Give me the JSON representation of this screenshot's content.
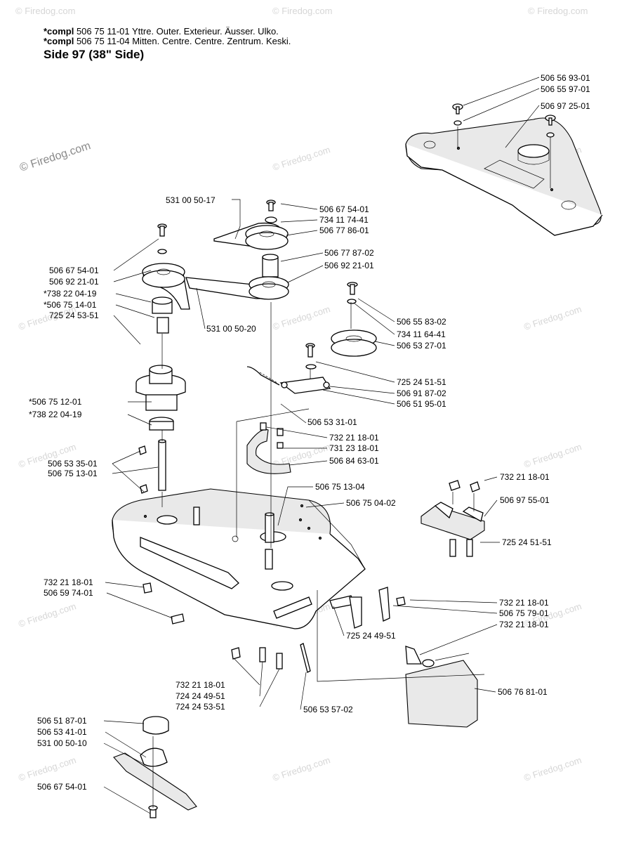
{
  "header": {
    "line1_prefix": "*compl",
    "line1_rest": " 506 75 11-01  Yttre. Outer. Exterieur. Äusser. Ulko.",
    "line2_prefix": "*compl",
    "line2_rest": " 506 75 11-04  Mitten. Centre. Centre. Zentrum. Keski.",
    "title": "Side 97 (38\" Side)"
  },
  "watermark": {
    "text": "© Firedog.com"
  },
  "parts": {
    "p_top_506569301": "506 56 93-01",
    "p_top_506559701": "506 55 97-01",
    "p_top_506972501": "506 97 25-01",
    "p_531005017": "531 00 50-17",
    "p_506675401_a": "506 67 54-01",
    "p_734117441": "734 11 74-41",
    "p_506778601": "506 77 86-01",
    "p_506778702": "506 77 87-02",
    "p_506922101_a": "506 92 21-01",
    "p_506675401_b": "506 67 54-01",
    "p_506922101_b": "506 92 21-01",
    "p_738220419_a": "*738 22 04-19",
    "p_506751401": "*506 75 14-01",
    "p_725245351": "725 24 53-51",
    "p_531005020": "531 00 50-20",
    "p_506558302": "506 55 83-02",
    "p_734116441": "734 11 64-41",
    "p_506532701": "506 53 27-01",
    "p_725245151_a": "725 24 51-51",
    "p_506918702": "506 91 87-02",
    "p_506519501": "506 51 95-01",
    "p_506751201": "*506 75 12-01",
    "p_738220419_b": "*738 22 04-19",
    "p_506533101": "506 53 31-01",
    "p_732211801_a": "732 21 18-01",
    "p_731231801": "731 23 18-01",
    "p_506846301": "506 84 63-01",
    "p_506533501": "506 53 35-01",
    "p_506751301": "506 75 13-01",
    "p_506751304": "506 75 13-04",
    "p_506750402": "506 75 04-02",
    "p_732211801_b": "732 21 18-01",
    "p_506975501": "506 97 55-01",
    "p_725245151_b": "725 24 51-51",
    "p_732211801_c": "732 21 18-01",
    "p_506597401": "506 59 74-01",
    "p_732211801_d": "732 21 18-01",
    "p_506757901": "506 75 79-01",
    "p_732211801_e": "732 21 18-01",
    "p_725244951": "725 24 49-51",
    "p_506768101": "506 76 81-01",
    "p_732211801_f": "732 21 18-01",
    "p_724244951": "724 24 49-51",
    "p_724245351": "724 24 53-51",
    "p_506535702": "506 53 57-02",
    "p_506518701": "506 51 87-01",
    "p_506534101": "506 53 41-01",
    "p_531005010": "531 00 50-10",
    "p_506675401_c": "506 67 54-01"
  }
}
